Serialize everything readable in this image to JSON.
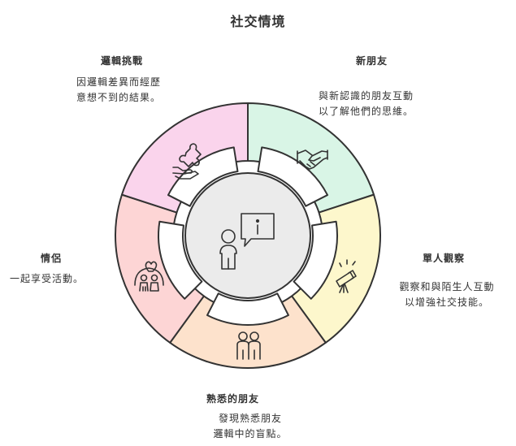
{
  "title": "社交情境",
  "segments": [
    {
      "label": "新朋友",
      "desc_lines": [
        "與新認識的朋友互動",
        "以了解他們的思維。"
      ],
      "color": "#d9f5e6",
      "icon": "handshake-icon"
    },
    {
      "label": "單人觀察",
      "desc_lines": [
        "觀察和與陌生人互動",
        "以增強社交技能。"
      ],
      "color": "#fdf7cc",
      "icon": "telescope-icon"
    },
    {
      "label": "熟悉的朋友",
      "desc_lines": [
        "發現熟悉朋友",
        "邏輯中的盲點。"
      ],
      "color": "#fde2cc",
      "icon": "friends-icon"
    },
    {
      "label": "情侶",
      "desc_lines": [
        "一起享受活動。"
      ],
      "color": "#fdd5d5",
      "icon": "couple-heart-icon"
    },
    {
      "label": "邏輯挑戰",
      "desc_lines": [
        "因邏輯差異而經歷",
        "意想不到的結果。"
      ],
      "color": "#fad4ec",
      "icon": "puzzle-hand-icon"
    }
  ],
  "center": {
    "icon": "person-thinking-icon",
    "color": "#ebebeb"
  }
}
